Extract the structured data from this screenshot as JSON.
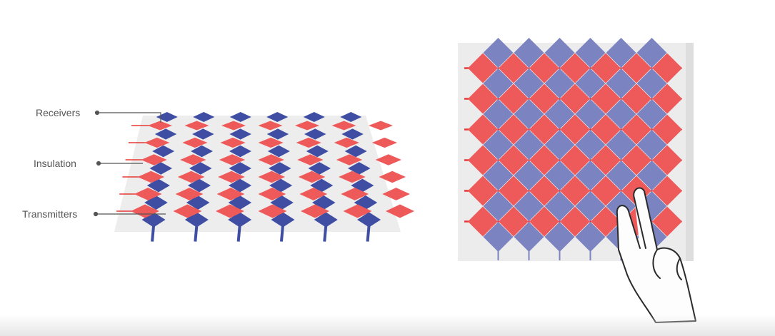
{
  "labels": {
    "receivers": "Receivers",
    "insulation": "Insulation",
    "transmitters": "Transmitters"
  },
  "colors": {
    "receiver": "#ee5a5a",
    "receiver_line": "#e53935",
    "transmitter": "#3f4ea3",
    "transmitter_front": "#7b83c0",
    "insulation": "#ededed",
    "leader": "#555555",
    "skin": "#fdfdfd",
    "skin_outline": "#2b2b2b"
  },
  "icons": {
    "hand": "pointing-two-fingers-hand-icon"
  }
}
